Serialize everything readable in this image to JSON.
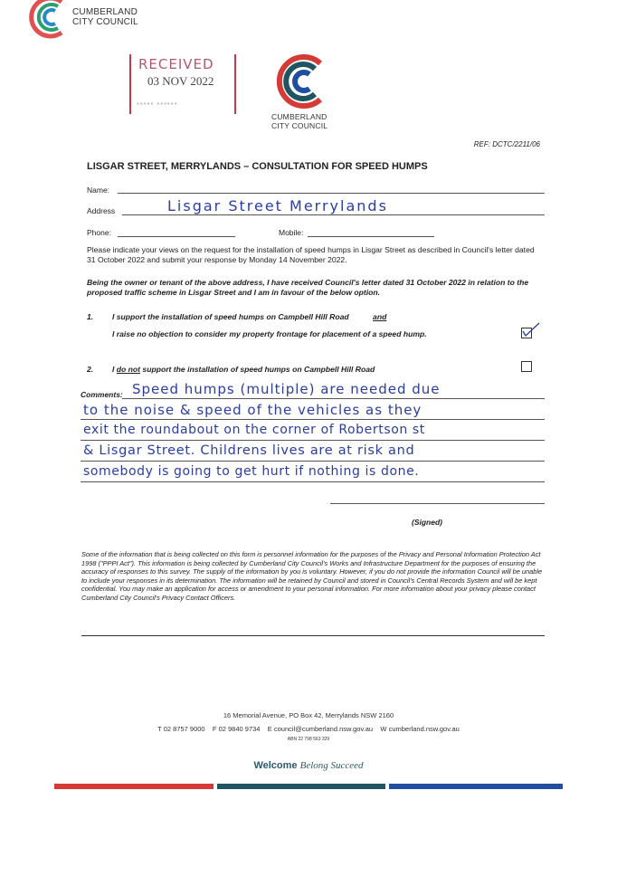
{
  "header_logo": {
    "line1": "CUMBERLAND",
    "line2": "CITY COUNCIL"
  },
  "stamp": {
    "label": "RECEIVED",
    "date": "03 NOV 2022"
  },
  "form_logo": {
    "line1": "CUMBERLAND",
    "line2": "CITY COUNCIL"
  },
  "ref": "REF: DCTC/2211/06",
  "title": "LISGAR STREET, MERRYLANDS – CONSULTATION FOR SPEED HUMPS",
  "fields": {
    "name_label": "Name:",
    "address_label": "Address",
    "address_value": "Lisgar Street Merrylands",
    "phone_label": "Phone:",
    "mobile_label": "Mobile:"
  },
  "intro": "Please indicate your views on the request for the installation of speed humps in Lisgar Street as described in Council's letter dated 31 October 2022 and submit your response by Monday 14 November 2022.",
  "declaration": "Being the owner or tenant of the above address, I have received Council's letter dated 31 October 2022 in relation to the proposed traffic scheme in Lisgar Street and I am in favour of the below option.",
  "options": [
    {
      "num": "1.",
      "line1": "I support the installation of speed humps on Campbell Hill Road",
      "and": "and",
      "line2": "I raise no objection to consider my property frontage for placement of a speed hump.",
      "checked": true
    },
    {
      "num": "2.",
      "pre": "I ",
      "underlined": "do not",
      "post": " support the installation of speed humps on Campbell Hill Road",
      "checked": false
    }
  ],
  "comments": {
    "label": "Comments:",
    "lines": [
      "Speed humps (multiple) are needed due",
      "to the noise & speed of the vehicles as they",
      "exit the roundabout on the corner of Robertson st",
      "& Lisgar Street. Childrens lives are at risk and",
      "somebody is going to get hurt if nothing is done."
    ]
  },
  "signed_label": "(Signed)",
  "privacy": "Some of the information that is being collected on this form is personnel information for the purposes of the Privacy and Personal Information Protection Act 1998 (\"PPPI Act\"). This information is being collected by Cumberland City Council's Works and Infrastructure Department for the purposes of ensuring the accuracy of responses to this survey. The supply of the information by you is voluntary. However, if you do not provide the information Council will be unable to include your responses in its determination. The information will be retained by Council and stored in Council's Central Records System and will be kept confidential. You may make an application for access or amendment to your personal information. For more information about your privacy please contact Cumberland City Council's Privacy Contact Officers.",
  "footer": {
    "address": "16 Memorial Avenue, PO Box 42, Merrylands NSW 2160",
    "contact": "T 02 8757 9000    F 02 9840 9734    E council@cumberland.nsw.gov.au    W cumberland.nsw.gov.au",
    "abn": "ABN 22 798 563 329",
    "tagline_bold": "Welcome",
    "tagline_italic": "Belong Succeed"
  },
  "colors": {
    "red": "#d63a35",
    "teal": "#1f5560",
    "blue": "#1f4fa0",
    "ink": "#2b3ea0"
  }
}
